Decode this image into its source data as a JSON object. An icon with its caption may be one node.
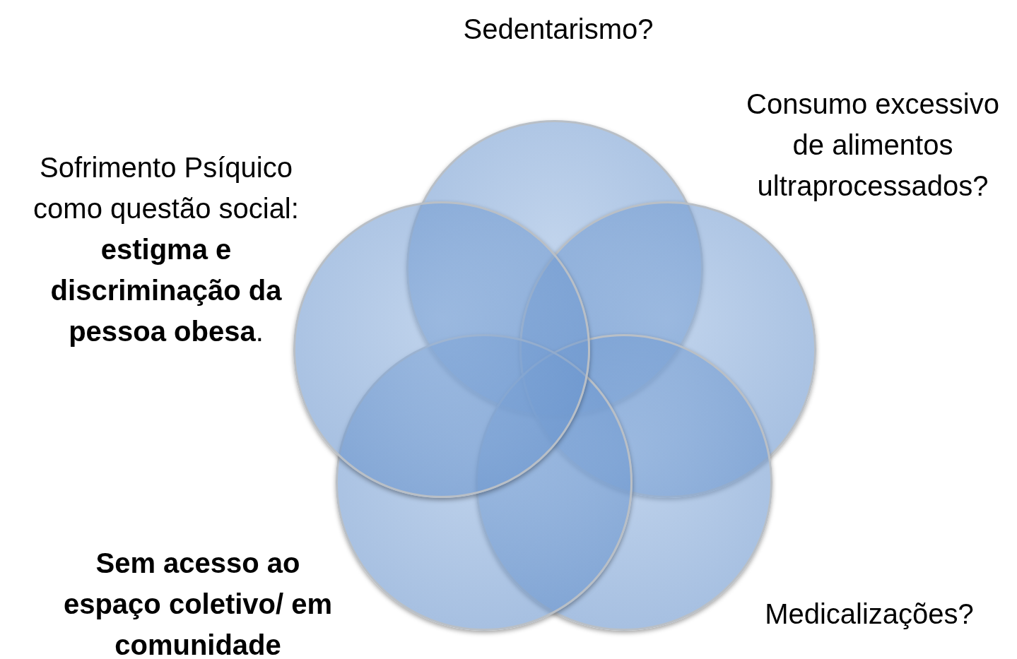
{
  "diagram": {
    "nodes": [
      {
        "text": [],
        "shape": "circle",
        "beside": [
          "Sedentarismo?"
        ]
      },
      {
        "text": [],
        "shape": "circle",
        "beside": [
          "Sofrimento Psíquico como questão social: **estigma e discriminação da pessoa obesa**."
        ]
      },
      {
        "text": [],
        "shape": "circle",
        "beside": [
          "Consumo excessivo de alimentos ultraprocessados?"
        ]
      },
      {
        "text": [],
        "shape": "circle",
        "beside": [
          "Sem acesso ao espaço coletivo/ em comunidade"
        ]
      },
      {
        "text": [],
        "shape": "circle",
        "beside": [
          "Medicalizações?"
        ]
      }
    ],
    "edges": []
  }
}
